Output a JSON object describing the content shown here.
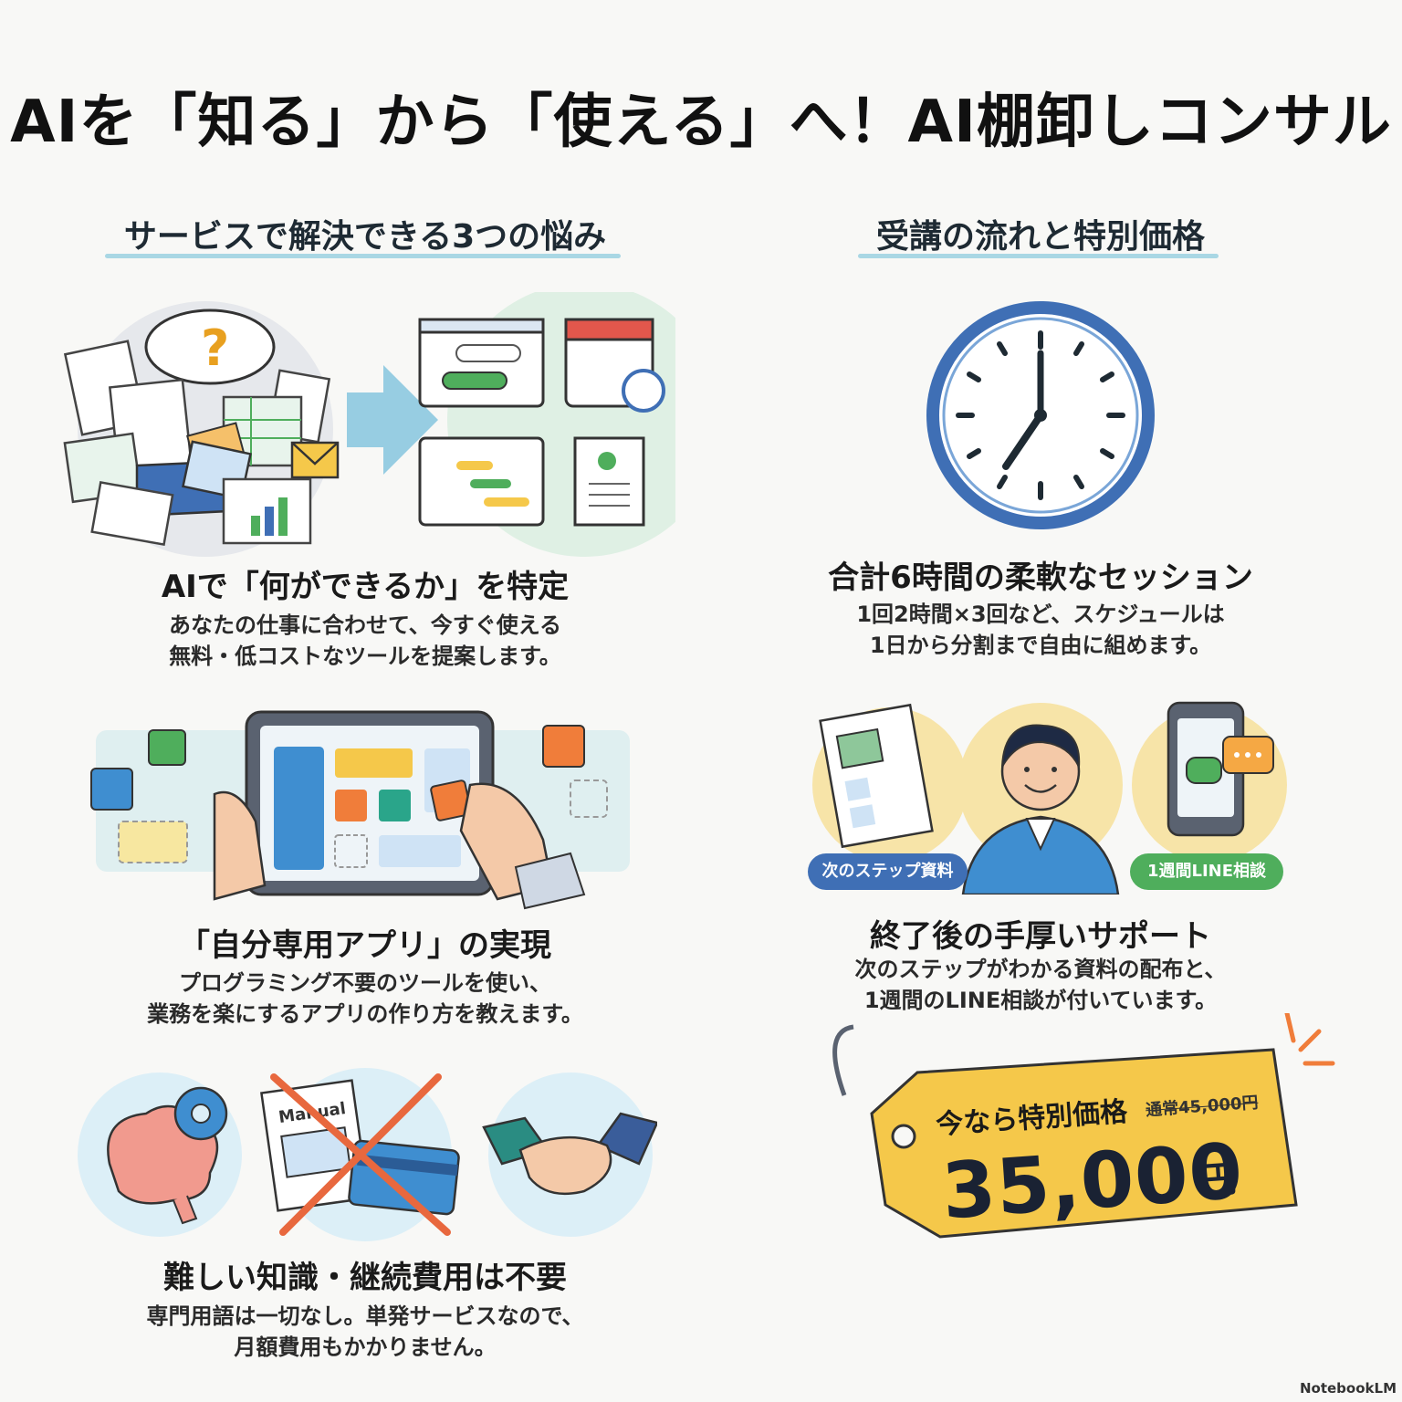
{
  "page_title": "AIを「知る」から「使える」へ！AI棚卸しコンサル",
  "left_section": {
    "heading": "サービスで解決できる3つの悩み",
    "items": [
      {
        "title": "AIで「何ができるか」を特定",
        "lines": [
          "あなたの仕事に合わせて、今すぐ使える",
          "無料・低コストなツールを提案します。"
        ]
      },
      {
        "title": "「自分専用アプリ」の実現",
        "lines": [
          "プログラミング不要のツールを使い、",
          "業務を楽にするアプリの作り方を教えます。"
        ]
      },
      {
        "title": "難しい知識・継続費用は不要",
        "lines": [
          "専門用語は一切なし。単発サービスなので、",
          "月額費用もかかりません。"
        ]
      }
    ]
  },
  "right_section": {
    "heading": "受講の流れと特別価格",
    "items": [
      {
        "title": "合計6時間の柔軟なセッション",
        "lines": [
          "1回2時間×3回など、スケジュールは",
          "1日から分割まで自由に組めます。"
        ]
      },
      {
        "title": "終了後の手厚いサポート",
        "lines": [
          "次のステップがわかる資料の配布と、",
          "1週間のLINE相談が付いています。"
        ]
      }
    ],
    "badges": {
      "left": "次のステップ資料",
      "right": "1週間LINE相談"
    },
    "manual_label": "Manual"
  },
  "price_tag": {
    "label": "今なら特別価格",
    "regular": "通常45,000円",
    "amount": "35,000",
    "unit": "円"
  },
  "watermark": "NotebookLM",
  "colors": {
    "accent_line": "#a9d7e4",
    "tag_yellow": "#f5c84a",
    "badge_blue": "#3f6fb5",
    "badge_green": "#4fae5c"
  }
}
